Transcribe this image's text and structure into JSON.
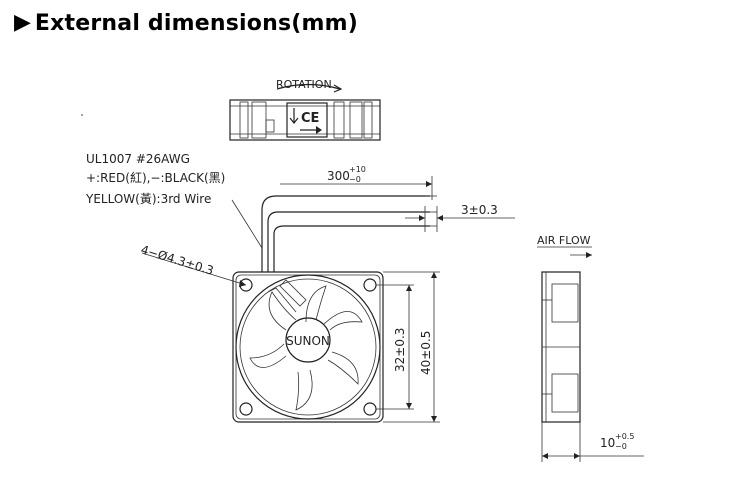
{
  "heading": {
    "marker": "▶",
    "title": "External dimensions(mm)"
  },
  "labels": {
    "rotation": "ROTATION",
    "cable_spec": "UL1007  #26AWG",
    "wire_colors": "+:RED(紅),−:BLACK(黑)",
    "third_wire": "YELLOW(黃):3rd  Wire",
    "lead_length": "300",
    "lead_length_tol_upper": "+10",
    "lead_length_tol_lower": "−0",
    "strip_length": "3±0.3",
    "holes": "4−Ø4.3±0.3",
    "hole_pitch": "32±0.3",
    "frame_size": "40±0.5",
    "brand": "SUNON",
    "air_flow": "AIR FLOW",
    "thickness": "10",
    "thickness_tol_upper": "+0.5",
    "thickness_tol_lower": "−0",
    "ce_mark": "CE"
  },
  "colors": {
    "line": "#222222",
    "background": "#ffffff"
  },
  "icons": [
    "play-triangle-icon",
    "rotation-arrow-icon",
    "ce-mark-icon",
    "flow-arrow-icon"
  ]
}
